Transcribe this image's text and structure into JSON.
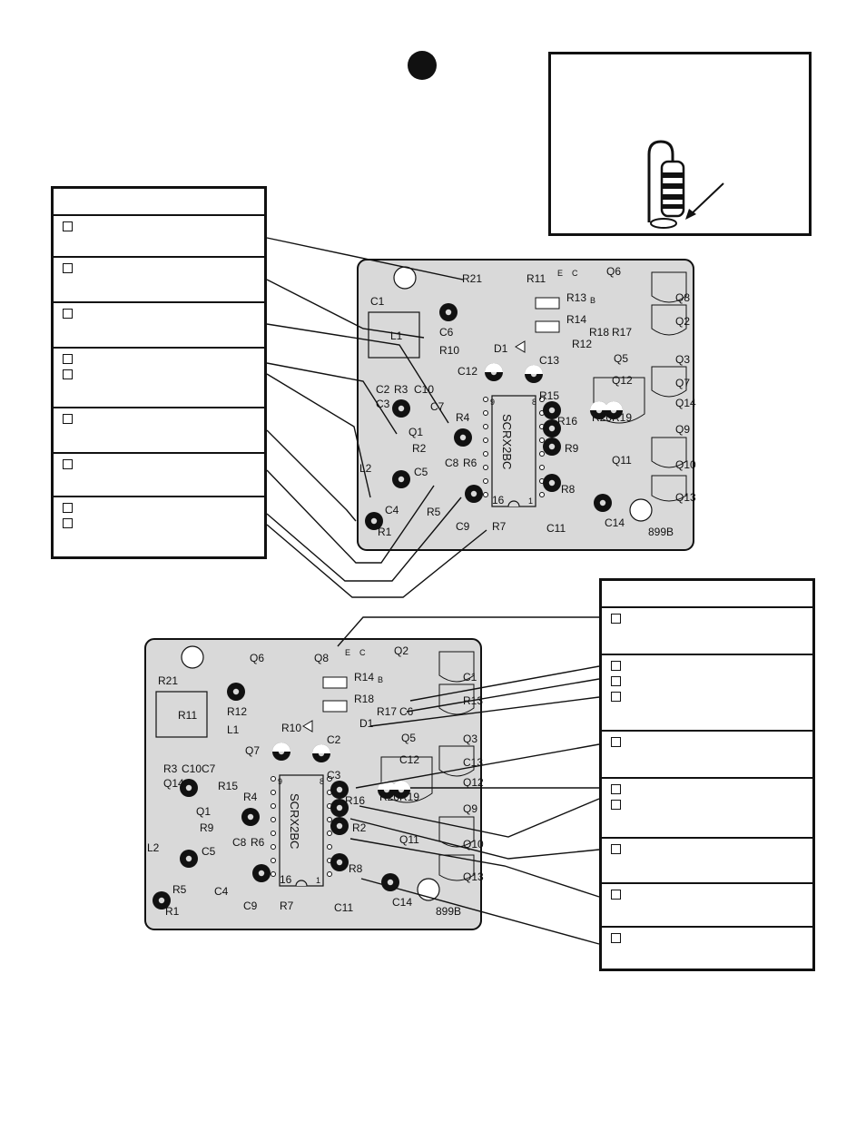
{
  "left_board": {
    "labels": [
      "C1",
      "L1",
      "R21",
      "R11",
      "Q6",
      "Q8",
      "Q2",
      "R13",
      "R14",
      "R18",
      "R17",
      "R10",
      "D1",
      "R12",
      "C6",
      "Q5",
      "Q3",
      "Q12",
      "Q7",
      "Q14",
      "C12",
      "C13",
      "C2",
      "R3",
      "C10",
      "C7",
      "C3",
      "R15",
      "R16",
      "R20",
      "R19",
      "Q9",
      "Q1",
      "R4",
      "R9",
      "R2",
      "Q11",
      "Q10",
      "L2",
      "C5",
      "C8",
      "R6",
      "R8",
      "Q13",
      "C4",
      "R5",
      "C14",
      "R1",
      "C9",
      "R7",
      "C11",
      "SCRX2BC",
      "899B",
      "9",
      "8",
      "16",
      "1",
      "B",
      "C",
      "E"
    ]
  },
  "right_board": {
    "labels": [
      "R21",
      "R11",
      "Q6",
      "Q8",
      "Q2",
      "C1",
      "R13",
      "R14",
      "R18",
      "R17",
      "C6",
      "L1",
      "R10",
      "D1",
      "R12",
      "Q5",
      "Q3",
      "C12",
      "C13",
      "Q12",
      "Q7",
      "C2",
      "R3",
      "C10",
      "C7",
      "R15",
      "Q14",
      "C3",
      "R16",
      "R20",
      "R19",
      "Q9",
      "Q1",
      "R4",
      "R2",
      "R9",
      "Q11",
      "Q10",
      "L2",
      "C5",
      "C8",
      "R6",
      "R8",
      "Q13",
      "R5",
      "C4",
      "C14",
      "R1",
      "C9",
      "R7",
      "C11",
      "SCRX2BC",
      "899B",
      "9",
      "8",
      "16",
      "1",
      "B",
      "C",
      "E"
    ]
  },
  "panels": {
    "left_rows": [
      1,
      1,
      1,
      2,
      1,
      1,
      2
    ],
    "right_rows": [
      1,
      3,
      1,
      2,
      1,
      1,
      1
    ]
  }
}
